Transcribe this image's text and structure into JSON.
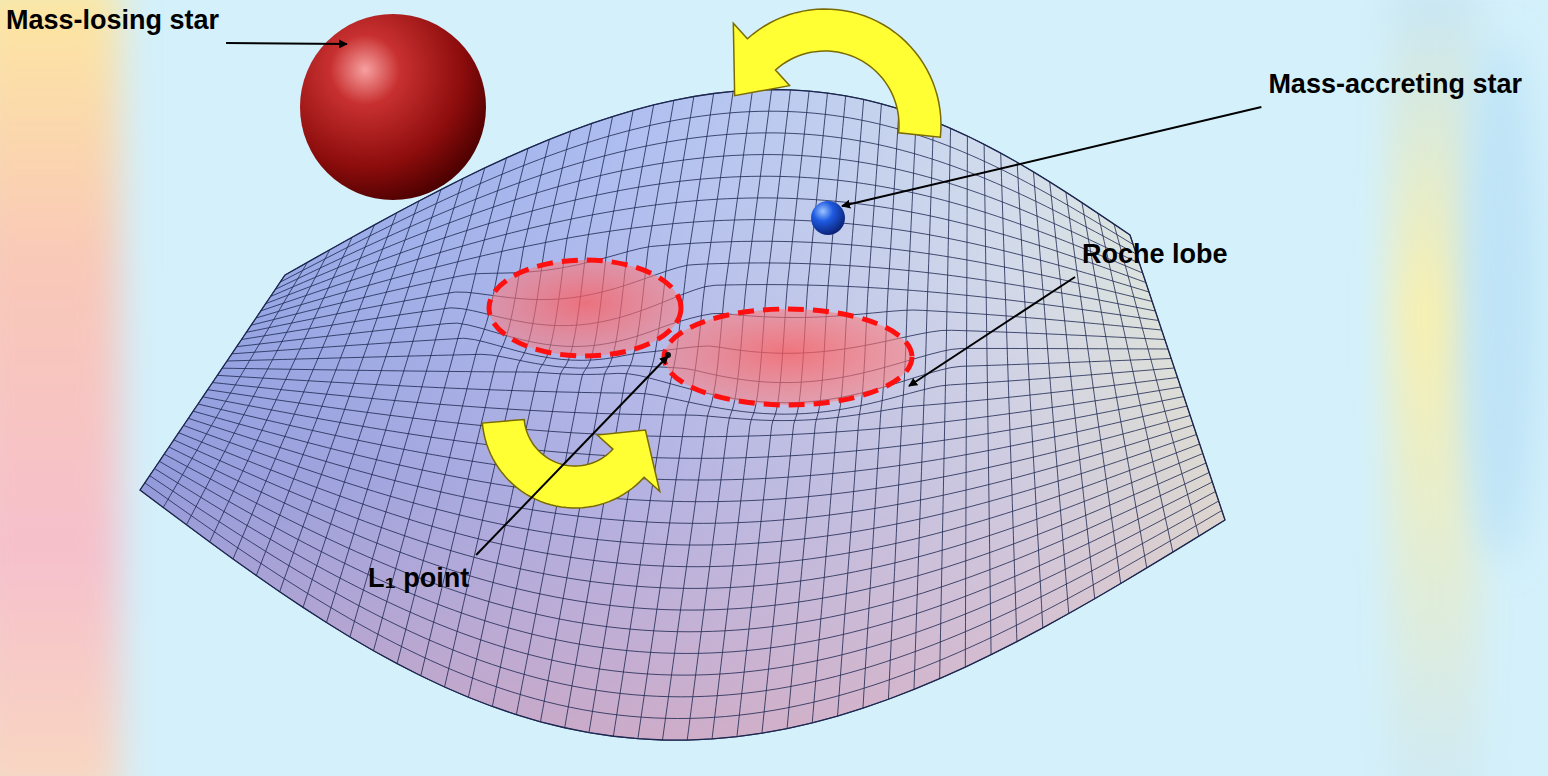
{
  "diagram": {
    "labels": [
      "Mass-losing star",
      "Mass-accreting star",
      "Roche lobe",
      "L₁ point"
    ]
  }
}
